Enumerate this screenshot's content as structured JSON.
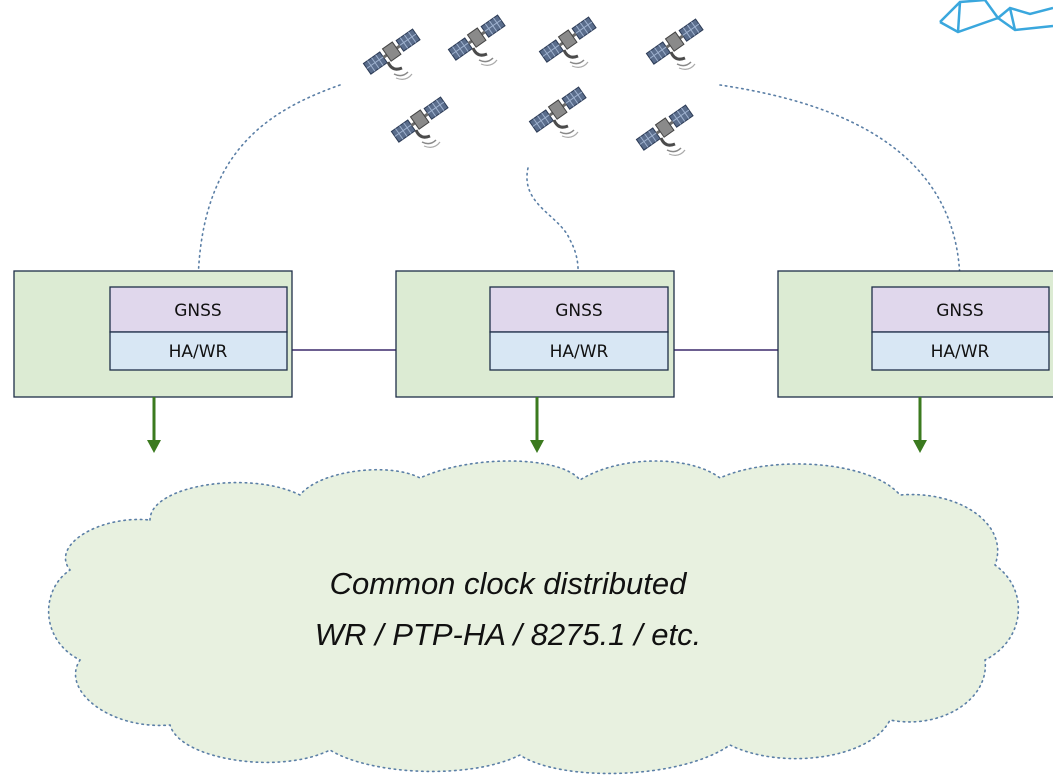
{
  "nodes": [
    {
      "gnss_label": "GNSS",
      "sync_label": "HA/WR"
    },
    {
      "gnss_label": "GNSS",
      "sync_label": "HA/WR"
    },
    {
      "gnss_label": "GNSS",
      "sync_label": "HA/WR"
    }
  ],
  "cloud": {
    "line1": "Common clock distributed",
    "line2": "WR / PTP-HA / 8275.1 / etc."
  },
  "icons": [
    "satellite-icon",
    "logo-icon"
  ],
  "colors": {
    "node_fill": "#dcebd3",
    "gnss_fill": "#e0d7ec",
    "sync_fill": "#d8e7f4",
    "link_line": "#3b2a6b",
    "arrow": "#3b7a1f",
    "cloud_fill": "#e8f1e0",
    "dotted": "#5b7fa6",
    "logo": "#3aa7dd"
  }
}
